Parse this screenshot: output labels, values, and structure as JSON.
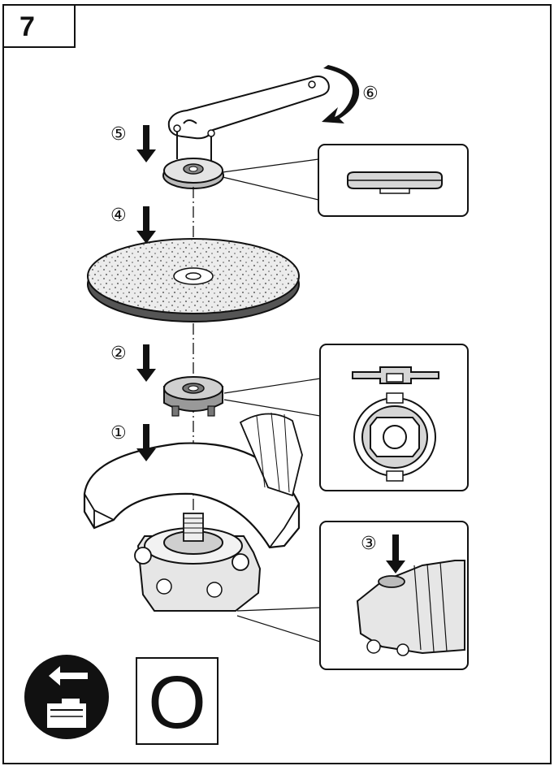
{
  "step": {
    "number": "7"
  },
  "callouts": [
    {
      "id": "1",
      "label": "①"
    },
    {
      "id": "2",
      "label": "②"
    },
    {
      "id": "3",
      "label": "③"
    },
    {
      "id": "4",
      "label": "④"
    },
    {
      "id": "5",
      "label": "⑤"
    },
    {
      "id": "6",
      "label": "⑥"
    }
  ],
  "footer": {
    "icon": "remove-battery-icon",
    "switch_symbol": "O"
  },
  "colors": {
    "ink": "#111111",
    "paper": "#ffffff",
    "shade": "#d6d6d6"
  }
}
